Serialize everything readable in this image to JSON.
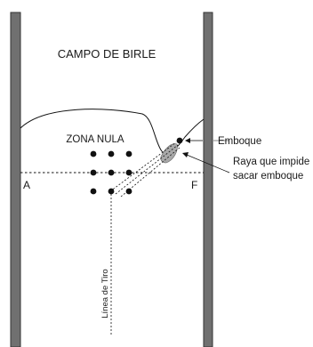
{
  "labels": {
    "field_title": "CAMPO DE BIRLE",
    "zone": "ZONA NULA",
    "emboque": "Emboque",
    "raya_line1": "Raya que impide",
    "raya_line2": "sacar emboque",
    "point_a": "A",
    "point_f": "F",
    "linea_tiro": "Línea de Tiro"
  },
  "colors": {
    "wall": "#707070",
    "wall_edge": "#333333",
    "ink": "#111111",
    "raya_fill": "#a8a8a8"
  }
}
